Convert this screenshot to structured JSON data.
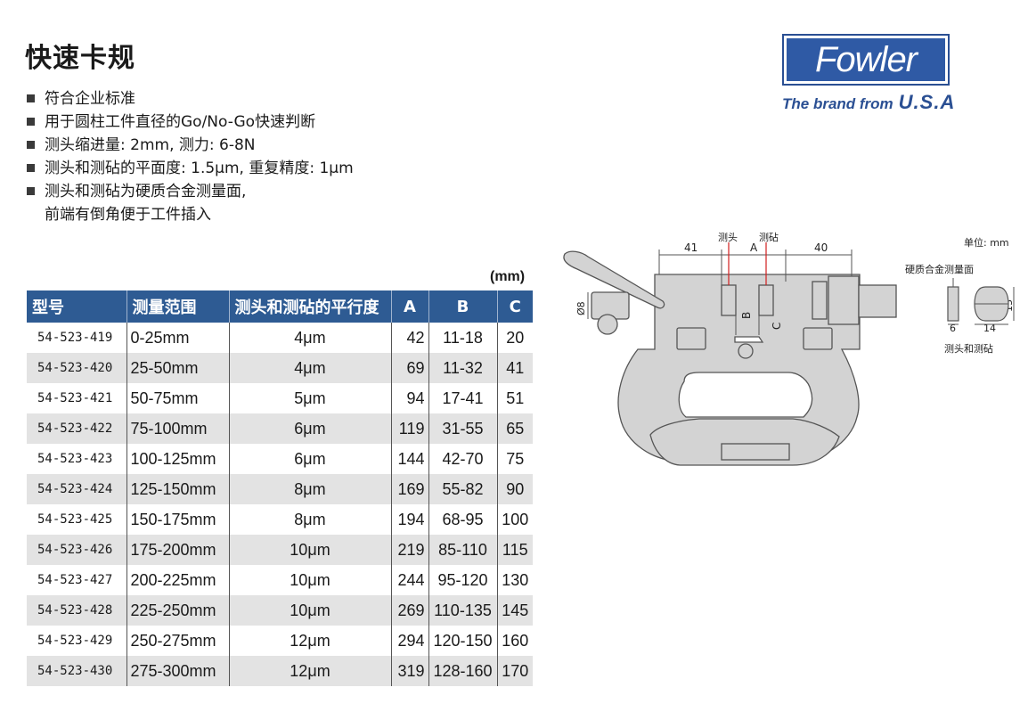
{
  "title": "快速卡规",
  "features": [
    "符合企业标准",
    "用于圆柱工件直径的Go/No-Go快速判断",
    "测头缩进量: 2mm, 测力: 6-8N",
    "测头和测砧的平面度: 1.5μm, 重复精度: 1μm",
    "测头和测砧为硬质合金测量面,\n前端有倒角便于工件插入"
  ],
  "logo": {
    "name": "Fowler",
    "tagline": "The brand from",
    "country": "U.S.A"
  },
  "colors": {
    "header_bg": "#2e5b93",
    "logo_blue": "#2f5aa5",
    "row_alt": "#e3e3e3",
    "drawing_fill": "#d3d3d3"
  },
  "table": {
    "unit": "(mm)",
    "headers": [
      "型号",
      "测量范围",
      "测头和测砧的平行度",
      "A",
      "B",
      "C"
    ],
    "rows": [
      [
        "54-523-419",
        "0-25mm",
        "4μm",
        "42",
        "11-18",
        "20"
      ],
      [
        "54-523-420",
        "25-50mm",
        "4μm",
        "69",
        "11-32",
        "41"
      ],
      [
        "54-523-421",
        "50-75mm",
        "5μm",
        "94",
        "17-41",
        "51"
      ],
      [
        "54-523-422",
        "75-100mm",
        "6μm",
        "119",
        "31-55",
        "65"
      ],
      [
        "54-523-423",
        "100-125mm",
        "6μm",
        "144",
        "42-70",
        "75"
      ],
      [
        "54-523-424",
        "125-150mm",
        "8μm",
        "169",
        "55-82",
        "90"
      ],
      [
        "54-523-425",
        "150-175mm",
        "8μm",
        "194",
        "68-95",
        "100"
      ],
      [
        "54-523-426",
        "175-200mm",
        "10μm",
        "219",
        "85-110",
        "115"
      ],
      [
        "54-523-427",
        "200-225mm",
        "10μm",
        "244",
        "95-120",
        "130"
      ],
      [
        "54-523-428",
        "225-250mm",
        "10μm",
        "269",
        "110-135",
        "145"
      ],
      [
        "54-523-429",
        "250-275mm",
        "12μm",
        "294",
        "120-150",
        "160"
      ],
      [
        "54-523-430",
        "275-300mm",
        "12μm",
        "319",
        "128-160",
        "170"
      ]
    ]
  },
  "drawing": {
    "dim_41": "41",
    "dim_a": "A",
    "dim_40": "40",
    "dim_b": "B",
    "dim_c": "C",
    "dim_dia8": "Ø8",
    "label_probe": "测头",
    "label_anvil": "测砧",
    "unit_label": "单位: mm",
    "carbide_label": "硬质合金测量面",
    "probe_anvil_label": "测头和测砧",
    "dim_6": "6",
    "dim_14": "14",
    "dim_13": "13"
  }
}
